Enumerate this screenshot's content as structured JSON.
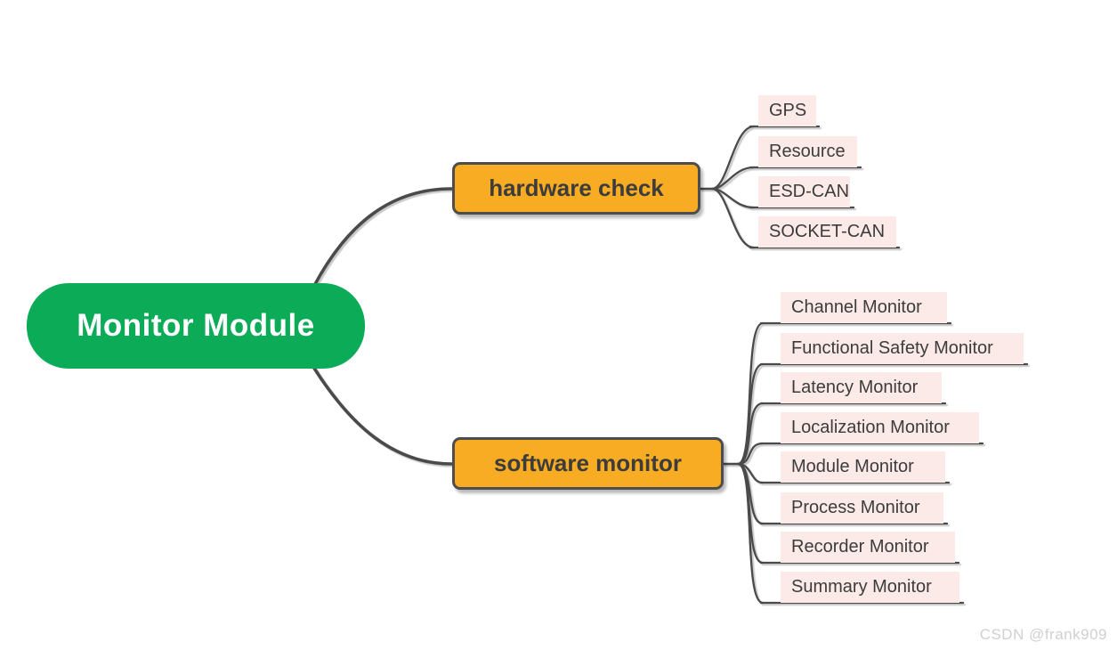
{
  "root": {
    "label": "Monitor Module"
  },
  "branches": [
    {
      "label": "hardware check",
      "children": [
        {
          "label": "GPS"
        },
        {
          "label": "Resource"
        },
        {
          "label": "ESD-CAN"
        },
        {
          "label": "SOCKET-CAN"
        }
      ]
    },
    {
      "label": "software monitor",
      "children": [
        {
          "label": "Channel Monitor"
        },
        {
          "label": "Functional Safety Monitor"
        },
        {
          "label": "Latency Monitor"
        },
        {
          "label": "Localization Monitor"
        },
        {
          "label": "Module Monitor"
        },
        {
          "label": "Process Monitor"
        },
        {
          "label": "Recorder Monitor"
        },
        {
          "label": "Summary Monitor"
        }
      ]
    }
  ],
  "watermark": "CSDN @frank909",
  "colors": {
    "rootGreen": "#0cab57",
    "branchOrange": "#f7ac23",
    "leafPink": "#fbeae7",
    "lineDark": "#4a4a4a",
    "nodeBorder": "#4d4d4d",
    "textDark": "#3c3c3c",
    "watermarkGray": "#d0d0d0"
  }
}
